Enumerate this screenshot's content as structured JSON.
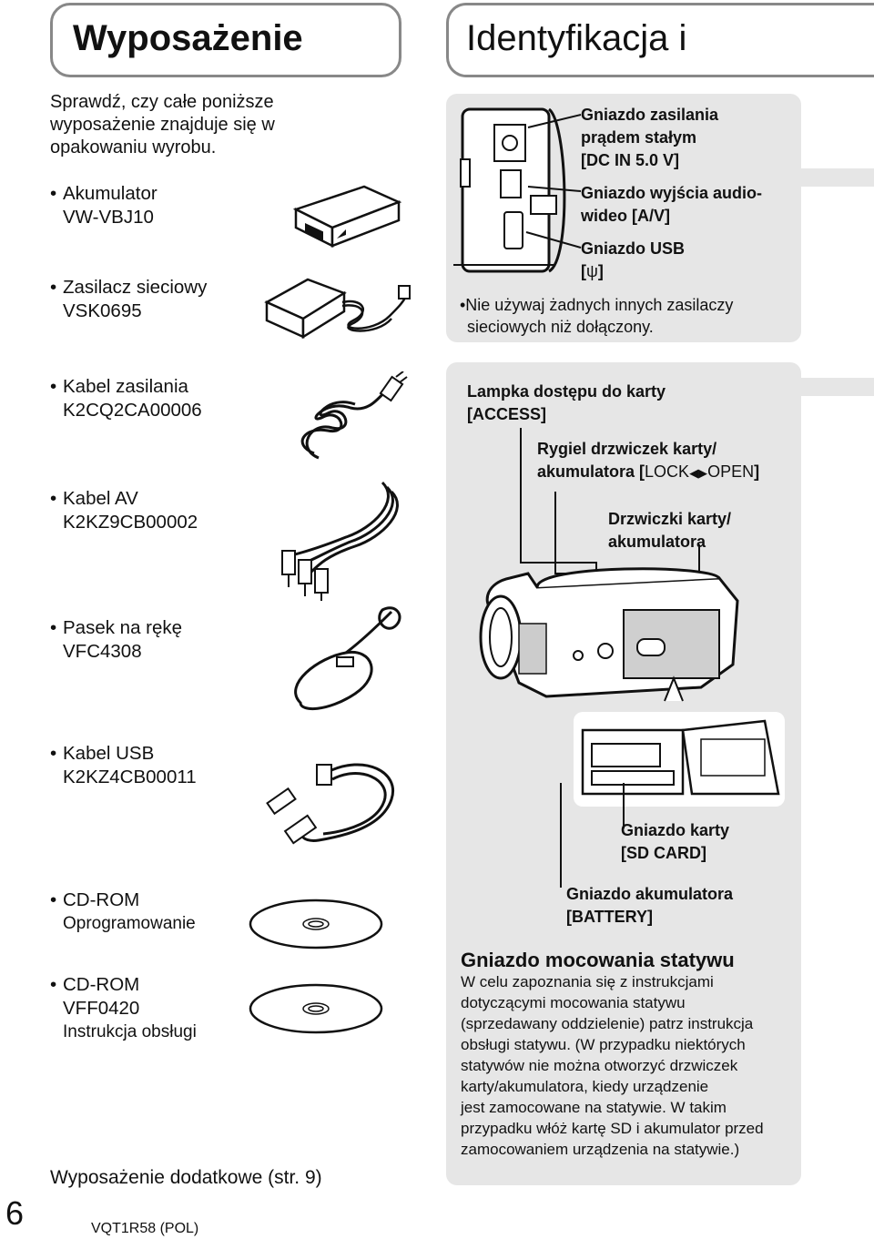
{
  "left_title": "Wyposażenie",
  "right_title": "Identyfikacja i",
  "intro": "Sprawdź, czy całe poniższe wyposażenie znajduje się w opakowaniu wyrobu.",
  "items": [
    {
      "name": "Akumulator",
      "code": "VW-VBJ10"
    },
    {
      "name": "Zasilacz sieciowy",
      "code": "VSK0695"
    },
    {
      "name": "Kabel zasilania",
      "code": "K2CQ2CA00006"
    },
    {
      "name": "Kabel AV",
      "code": "K2KZ9CB00002"
    },
    {
      "name": "Pasek na rękę",
      "code": "VFC4308"
    },
    {
      "name": "Kabel USB",
      "code": "K2KZ4CB00011"
    },
    {
      "name": "CD-ROM",
      "sub": "Oprogramowanie"
    },
    {
      "name": "CD-ROM",
      "code": "VFF0420",
      "sub": "Instrukcja obsługi"
    }
  ],
  "optional": "Wyposażenie dodatkowe (str. 9)",
  "page_number": "6",
  "doc_code": "VQT1R58 (POL)",
  "top_panel": {
    "dc_in_l1": "Gniazdo zasilania",
    "dc_in_l2": "prądem stałym",
    "dc_in_l3": "[DC IN 5.0 V]",
    "av_l1": "Gniazdo wyjścia audio-",
    "av_l2": "wideo [A/V]",
    "usb_l1": "Gniazdo USB",
    "usb_l2": "[",
    "usb_l2_end": "]",
    "note_l1": "•Nie używaj żadnych innych zasilaczy",
    "note_l2": "sieciowych niż dołączony."
  },
  "bottom_panel": {
    "access_l1": "Lampka dostępu do karty",
    "access_l2": "[ACCESS]",
    "latch_l1": "Rygiel drzwiczek karty/",
    "latch_l2": "akumulatora [",
    "latch_lock": "LOCK",
    "latch_open": "OPEN",
    "latch_end": "]",
    "door_l1": "Drzwiczki karty/",
    "door_l2": "akumulatora",
    "sd_l1": "Gniazdo karty",
    "sd_l2": "[SD CARD]",
    "bat_l1": "Gniazdo akumulatora",
    "bat_l2": "[BATTERY]",
    "tripod_title": "Gniazdo mocowania statywu",
    "tripod_lines": [
      "W celu zapoznania się z instrukcjami",
      "dotyczącymi mocowania statywu",
      "(sprzedawany oddzielenie) patrz instrukcja",
      "obsługi statywu. (W przypadku niektórych",
      "statywów nie można otworzyć drzwiczek",
      "karty/akumulatora, kiedy urządzenie",
      "jest zamocowane na statywie. W takim",
      "przypadku włóż kartę SD i akumulator przed",
      "zamocowaniem urządzenia na statywie.)"
    ]
  }
}
